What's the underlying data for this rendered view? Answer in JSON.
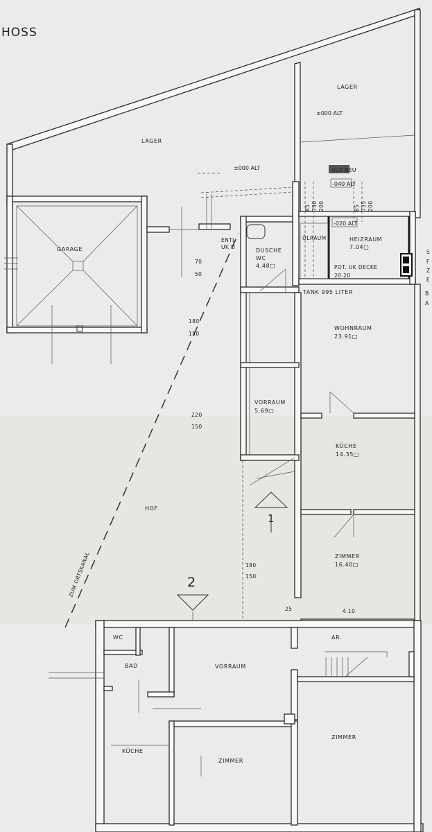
{
  "title_fragment": "HOSS",
  "rooms": {
    "lager_top": "LAGER",
    "lager_left": "LAGER",
    "garage": "GARAGE",
    "dusche": "DUSCHE",
    "dusche_wc": "WC",
    "dusche_area": "4.48□",
    "olraum": "ÖLRAUM",
    "heizraum": "HEIZRAUM",
    "heizraum_area": "7.04□",
    "wohnraum": "WOHNRAUM",
    "wohnraum_area": "23.91□",
    "vorraum_upper": "VORRAUM",
    "vorraum_upper_area": "5.69□",
    "kueche_upper": "KÜCHE",
    "kueche_upper_area": "14.35□",
    "zimmer_upper": "ZIMMER",
    "zimmer_upper_area": "16.40□",
    "hof": "HOF",
    "wc_lower": "WC",
    "bad": "BAD",
    "vorraum_lower": "VORRAUM",
    "ar": "AR.",
    "kueche_lower": "KÜCHE",
    "zimmer_lower_mid": "ZIMMER",
    "zimmer_lower_right": "ZIMMER"
  },
  "levels": {
    "lager_top": "±000 ALT",
    "lager_left": "±000 ALT",
    "neu": "-020 NEU",
    "alt_040": "-040 ALT",
    "heiz_alt": "-020 ALT",
    "pot_uk_decke": "POT. UK DECKE",
    "pot_value": "20.20",
    "tank": "TANK 995 LITER",
    "entl_1": "ENTL",
    "entl_2": "UK D"
  },
  "dimensions": {
    "d70": "70",
    "d50": "50",
    "d180a": "180",
    "d150a": "150",
    "d220": "220",
    "d150b": "150",
    "d180b": "180",
    "d150c": "150",
    "d25": "25",
    "d410": "4.10",
    "d85a": "85",
    "d730": "730",
    "d200a": "200",
    "d85b": "85",
    "d735": "735",
    "d200b": "200"
  },
  "markers": {
    "entrance_1": "1",
    "entrance_2": "2"
  },
  "canal_label": "ZUM ORTSKANAL",
  "edge_fragments": {
    "s": "S",
    "f": "F",
    "z": "Z",
    "e": "E",
    "b": "B",
    "a": "A"
  }
}
